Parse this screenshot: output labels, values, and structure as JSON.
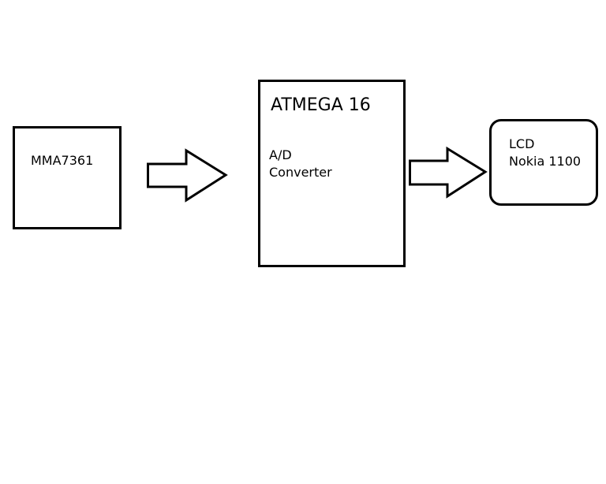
{
  "diagram": {
    "blocks": [
      {
        "id": "sensor",
        "lines": [
          "MMA7361"
        ]
      },
      {
        "id": "mcu",
        "title": "ATMEGA 16",
        "lines": [
          "A/D",
          "Converter"
        ]
      },
      {
        "id": "lcd",
        "lines": [
          "LCD",
          "Nokia 1100"
        ]
      }
    ],
    "connections": [
      {
        "from": "sensor",
        "to": "mcu",
        "style": "block-arrow"
      },
      {
        "from": "mcu",
        "to": "lcd",
        "style": "block-arrow"
      }
    ],
    "colors": {
      "stroke": "#000000",
      "fill": "#ffffff",
      "background": "#ffffff"
    }
  }
}
